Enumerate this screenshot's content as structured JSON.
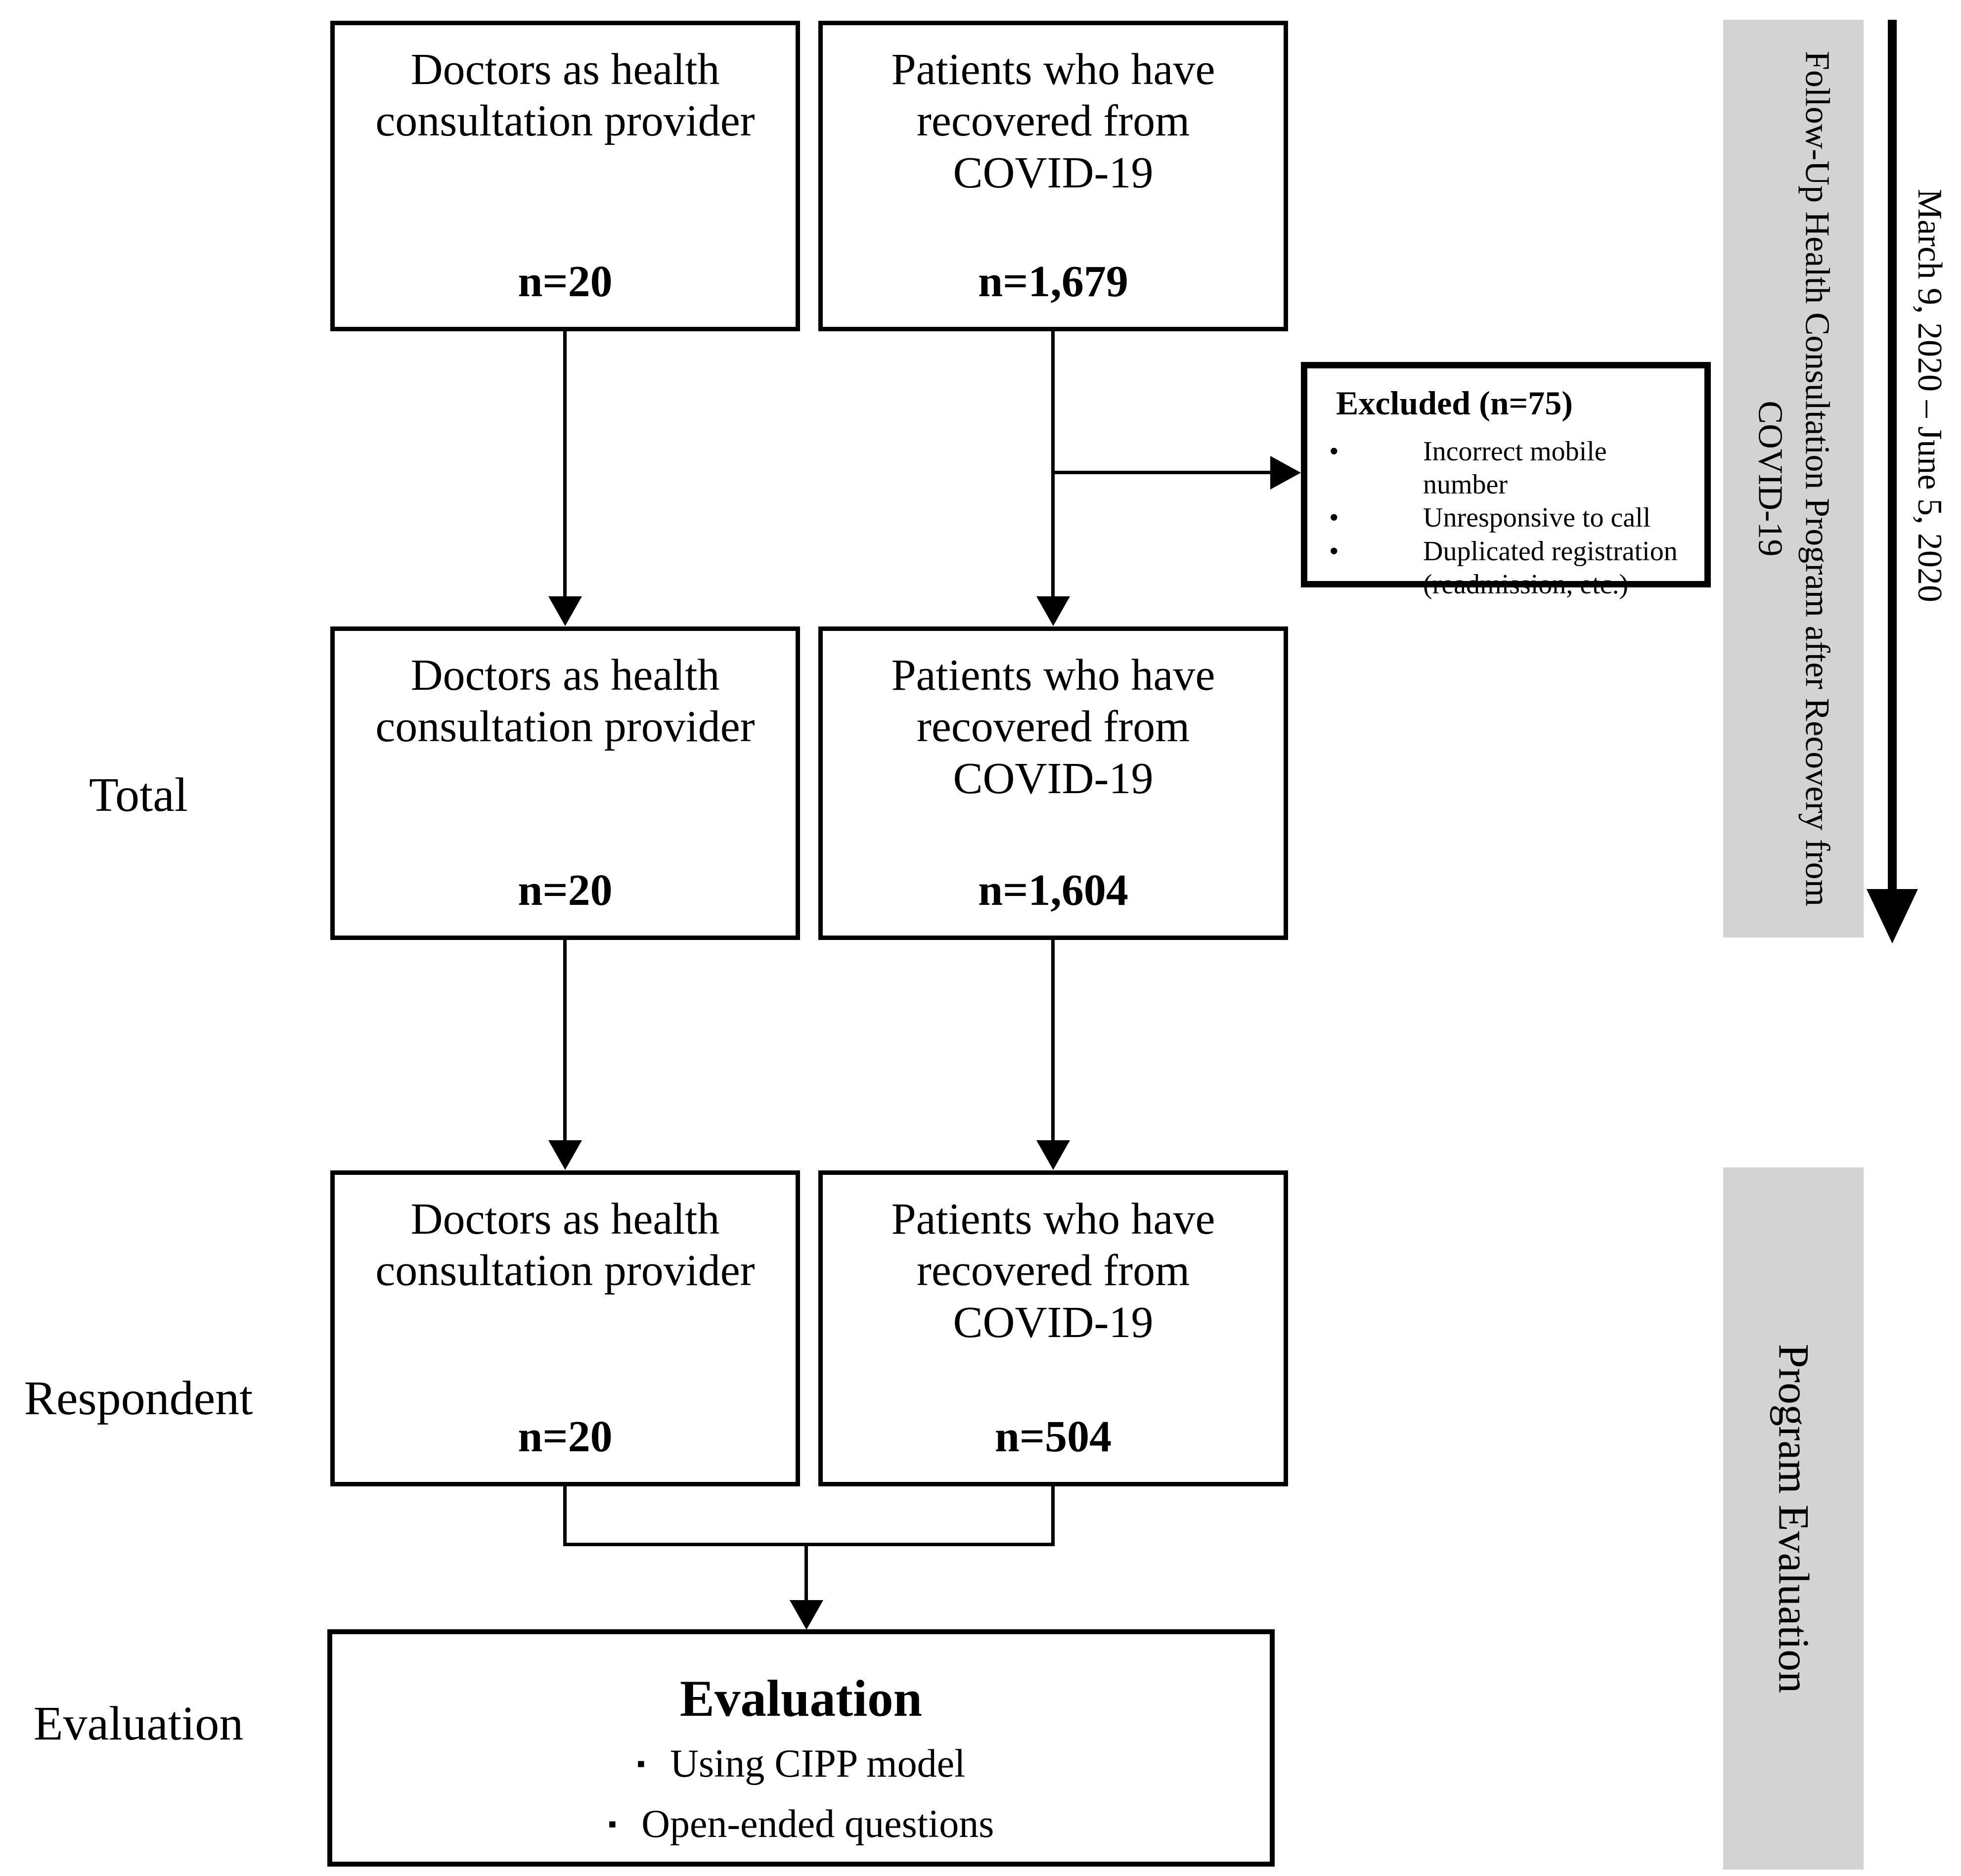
{
  "row_labels": {
    "total": "Total",
    "respondent": "Respondent",
    "evaluation": "Evaluation"
  },
  "columns": {
    "doctors": {
      "title_lines": [
        "Doctors as health",
        "consultation provider"
      ]
    },
    "patients": {
      "title_lines": [
        "Patients who have",
        "recovered from",
        "COVID-19"
      ]
    }
  },
  "counts": {
    "doctors_initial": "n=20",
    "patients_initial": "n=1,679",
    "doctors_total": "n=20",
    "patients_total": "n=1,604",
    "doctors_respondent": "n=20",
    "patients_respondent": "n=504"
  },
  "excluded": {
    "title": "Excluded (n=75)",
    "items": [
      "Incorrect mobile number",
      "Unresponsive to call",
      "Duplicated registration (readmission, etc.)"
    ]
  },
  "evaluation_box": {
    "title": "Evaluation",
    "bullets": [
      "Using CIPP model",
      "Open-ended questions"
    ]
  },
  "sidebar": {
    "program_bar_lines": [
      "Follow-Up Health Consultation Program after",
      "Recovery from COVID-19"
    ],
    "timeline_label": "March 9, 2020 – June 5, 2020",
    "evaluation_bar": "Program Evaluation"
  },
  "colors": {
    "bar_gray": "#d3d3d3",
    "line_black": "#000000"
  }
}
